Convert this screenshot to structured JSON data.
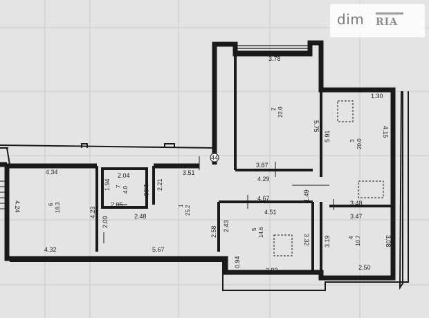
{
  "watermark": {
    "brand": "dim",
    "brand_sub": "RIA"
  },
  "dimensions": {
    "d_378": "3.78",
    "d_575": "5.75",
    "d_130": "1.30",
    "d_415": "4.15",
    "d_591": "5.91",
    "d_387": "3.87",
    "d_429": "4.29",
    "d_351": "3.51",
    "d_434": "4.34",
    "d_204": "2.04",
    "d_194": "1.94",
    "d_193": "1.93",
    "d_221": "2.21",
    "d_205": "2.05",
    "d_248": "2.48",
    "d_424": "4.24",
    "d_423": "4.23",
    "d_200": "2.00",
    "d_432": "4.32",
    "d_567": "5.67",
    "d_467": "4.67",
    "d_451": "4.51",
    "d_149": "1.49",
    "d_348": "3.48",
    "d_347": "3.47",
    "d_258": "2.58",
    "d_243": "2.43",
    "d_332": "3.32",
    "d_319": "3.19",
    "d_308": "3.08",
    "d_094": "0.94",
    "d_393": "3.93",
    "d_250": "2.50"
  },
  "rooms": [
    {
      "number": "1",
      "area": "25.2"
    },
    {
      "number": "2",
      "area": "22.0"
    },
    {
      "number": "3",
      "area": "20.0"
    },
    {
      "number": "4",
      "area": "10.7"
    },
    {
      "number": "5",
      "area": "14.6"
    },
    {
      "number": "6",
      "area": "18.3"
    },
    {
      "number": "7",
      "area": "4.0"
    }
  ],
  "axis_marker": "44"
}
